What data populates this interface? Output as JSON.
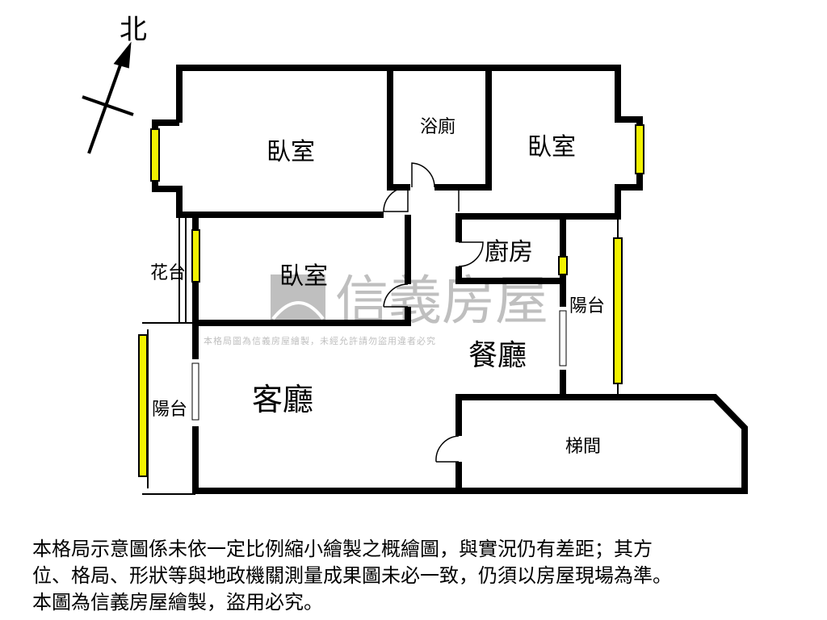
{
  "compass": {
    "north_label": "北"
  },
  "rooms": {
    "bedroom_1": "臥室",
    "bathroom": "浴廁",
    "bedroom_2": "臥室",
    "bedroom_3": "臥室",
    "kitchen": "廚房",
    "flower_bed": "花台",
    "balcony_right": "陽台",
    "dining": "餐廳",
    "living": "客廳",
    "balcony_left": "陽台",
    "stairwell": "梯間"
  },
  "watermark": {
    "brand": "信義房屋",
    "notice": "本格局圖為信義房屋繪製，未經允許請勿盜用違者必究"
  },
  "disclaimer": {
    "line1": "本格局示意圖係未依一定比例縮小繪製之概繪圖，與實況仍有差距；其方",
    "line2": "位、格局、形狀等與地政機關測量成果圖未必一致，仍須以房屋現場為準。",
    "line3": "本圖為信義房屋繪製，盜用必究。"
  },
  "colors": {
    "wall": "#000000",
    "window": "#f2f200",
    "watermark": "#a0a0a0"
  }
}
